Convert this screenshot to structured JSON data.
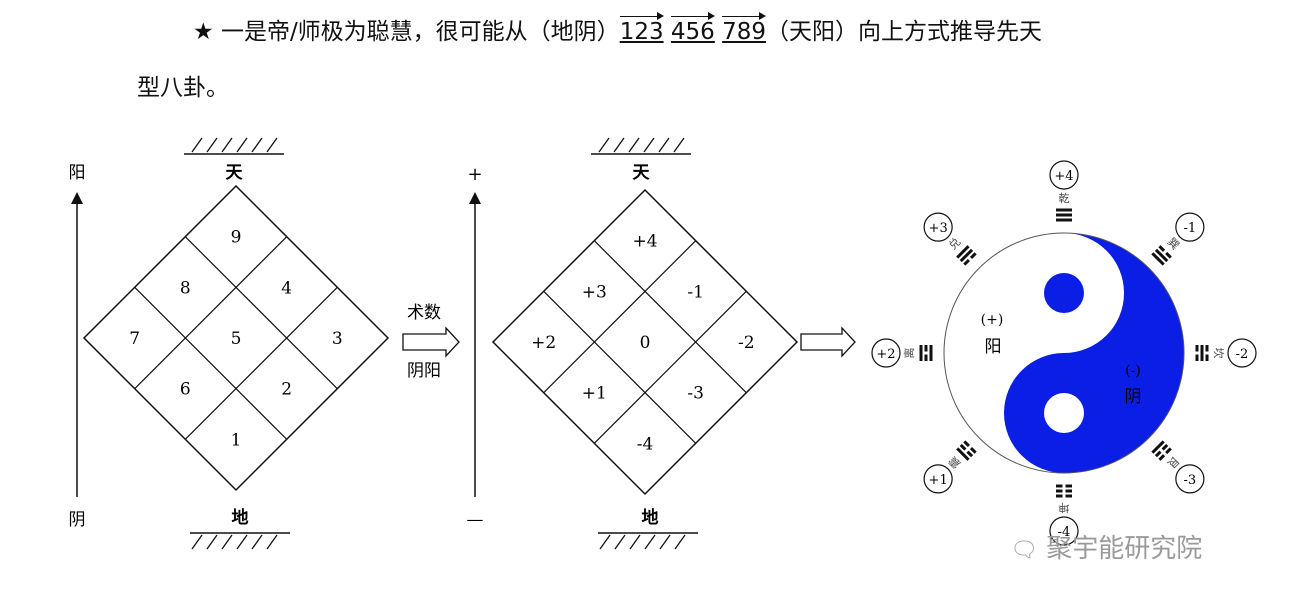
{
  "header": {
    "star": "★",
    "line1_a": "一是帝/师极为聪慧，很可能从（地阴）",
    "seq": [
      "123",
      "456",
      "789"
    ],
    "line1_b": "（天阳）向上方式推导先天",
    "line2": "型八卦。"
  },
  "left_axis": {
    "top": "阳",
    "bottom": "阴"
  },
  "mid_axis": {
    "top": "+",
    "bottom": "—"
  },
  "grid1": {
    "top": "天",
    "bottom": "地",
    "cells": [
      "9",
      "8",
      "4",
      "7",
      "5",
      "3",
      "6",
      "2",
      "1"
    ]
  },
  "transform": {
    "top": "术数",
    "bottom": "阴阳"
  },
  "grid2": {
    "top": "天",
    "bottom": "地",
    "cells": [
      "+4",
      "+3",
      "-1",
      "+2",
      "0",
      "-2",
      "+1",
      "-3",
      "-4"
    ]
  },
  "yinyang": {
    "yang_sign": "(+)",
    "yang_label": "阳",
    "yin_sign": "(-)",
    "yin_label": "阴",
    "blue": "#0a1ee6",
    "trigrams": [
      {
        "value": "+4",
        "name": "乾",
        "lines": [
          1,
          1,
          1
        ]
      },
      {
        "value": "-1",
        "name": "巽",
        "lines": [
          1,
          1,
          0
        ]
      },
      {
        "value": "-2",
        "name": "坎",
        "lines": [
          0,
          1,
          0
        ]
      },
      {
        "value": "-3",
        "name": "艮",
        "lines": [
          1,
          0,
          0
        ]
      },
      {
        "value": "-4",
        "name": "坤",
        "lines": [
          0,
          0,
          0
        ]
      },
      {
        "value": "+1",
        "name": "震",
        "lines": [
          0,
          0,
          1
        ]
      },
      {
        "value": "+2",
        "name": "离",
        "lines": [
          1,
          0,
          1
        ]
      },
      {
        "value": "+3",
        "name": "兑",
        "lines": [
          0,
          1,
          1
        ]
      }
    ]
  },
  "watermark": "聚宇能研究院"
}
